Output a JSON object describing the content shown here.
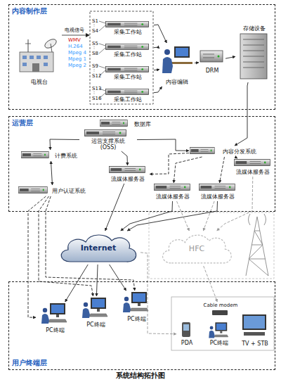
{
  "diagram": {
    "caption": "系统结构拓扑图",
    "nodes": [
      {
        "text": [
          "内容制作层"
        ]
      },
      {
        "text": [
          "电视台"
        ],
        "in": 0
      },
      {
        "text": [
          "采集工作站"
        ],
        "in": 0
      },
      {
        "text": [
          "采集工作站"
        ],
        "in": 0
      },
      {
        "text": [
          "采集工作站"
        ],
        "in": 0
      },
      {
        "text": [
          "采集工作站"
        ],
        "in": 0
      },
      {
        "text": [
          "内容编辑"
        ],
        "in": 0
      },
      {
        "text": [
          "DRM"
        ],
        "in": 0
      },
      {
        "text": [
          "存储设备"
        ],
        "in": 0
      },
      {
        "text": [
          "运营层"
        ]
      },
      {
        "text": [
          "数据库"
        ],
        "in": 9
      },
      {
        "text": [
          "运营支撑系统 (OSS)"
        ],
        "in": 9
      },
      {
        "text": [
          "计费系统"
        ],
        "in": 9
      },
      {
        "text": [
          "内容分发系统"
        ],
        "in": 9
      },
      {
        "text": [
          "流媒体服务器"
        ],
        "in": 9
      },
      {
        "text": [
          "流媒体服务器"
        ],
        "in": 9
      },
      {
        "text": [
          "用户认证系统"
        ],
        "in": 9
      },
      {
        "text": [
          "流媒体服务器"
        ],
        "in": 9
      },
      {
        "text": [
          "流媒体服务器"
        ],
        "in": 9
      },
      {
        "text": [
          "Internet"
        ]
      },
      {
        "text": [
          "HFC"
        ]
      },
      {
        "text": [
          "用户终端层"
        ]
      },
      {
        "text": [
          "PC终端"
        ],
        "in": 21
      },
      {
        "text": [
          "PC终端"
        ],
        "in": 21
      },
      {
        "text": [
          "PC终端"
        ],
        "in": 21
      },
      {
        "text": [
          "Cable modem"
        ],
        "in": 21
      },
      {
        "text": [
          "PDA"
        ],
        "in": 21
      },
      {
        "text": [
          "PC终端"
        ],
        "in": 21
      },
      {
        "text": [
          "TV + STB"
        ],
        "in": 21
      }
    ],
    "edges": [
      {
        "from": 2,
        "to": 6,
        "arrow": "to"
      },
      {
        "from": 3,
        "to": 6,
        "arrow": "to"
      },
      {
        "from": 4,
        "to": 6,
        "arrow": "to"
      },
      {
        "from": 5,
        "to": 6,
        "arrow": "to"
      },
      {
        "from": 6,
        "to": 7,
        "arrow": "to"
      },
      {
        "from": 7,
        "to": 8,
        "arrow": "to"
      },
      {
        "from": 8,
        "to": 13,
        "arrow": "to"
      },
      {
        "from": 10,
        "to": 11,
        "arrow": "none"
      },
      {
        "from": 11,
        "to": 12,
        "arrow": "to"
      },
      {
        "from": 11,
        "to": 13,
        "arrow": "to"
      },
      {
        "from": 11,
        "to": 14,
        "arrow": "to"
      },
      {
        "from": 13,
        "to": 14,
        "arrow": "to"
      },
      {
        "from": 13,
        "to": 17,
        "arrow": "to"
      },
      {
        "from": 13,
        "to": 18,
        "arrow": "to"
      },
      {
        "from": 13,
        "to": 15,
        "arrow": "to"
      },
      {
        "from": 12,
        "to": 16,
        "arrow": "both"
      },
      {
        "from": 16,
        "to": 22,
        "arrow": "to"
      },
      {
        "from": 16,
        "to": 23,
        "arrow": "to"
      },
      {
        "from": 16,
        "to": 24,
        "arrow": "to"
      },
      {
        "from": 14,
        "to": 19,
        "arrow": "to"
      },
      {
        "from": 17,
        "to": 19,
        "arrow": "to"
      },
      {
        "from": 18,
        "to": 19,
        "arrow": "to"
      },
      {
        "from": 17,
        "to": 20,
        "arrow": "to"
      },
      {
        "from": 18,
        "to": 20,
        "arrow": "to"
      },
      {
        "from": 15,
        "to": 20,
        "arrow": "to"
      },
      {
        "from": 19,
        "to": 22,
        "arrow": "to"
      },
      {
        "from": 19,
        "to": 23,
        "arrow": "to"
      },
      {
        "from": 19,
        "to": 24,
        "arrow": "to"
      },
      {
        "from": 20,
        "to": 25,
        "arrow": "to"
      },
      {
        "from": 19,
        "to": 26,
        "arrow": "to"
      }
    ],
    "labels": [
      "电视信号",
      "WMV",
      "H.264",
      "Mpeg 4",
      "Mpeg 1",
      "Mpeg 2",
      "S1",
      "S4",
      "S5",
      "S8",
      "S9",
      "S12",
      "S13",
      "S16"
    ]
  }
}
